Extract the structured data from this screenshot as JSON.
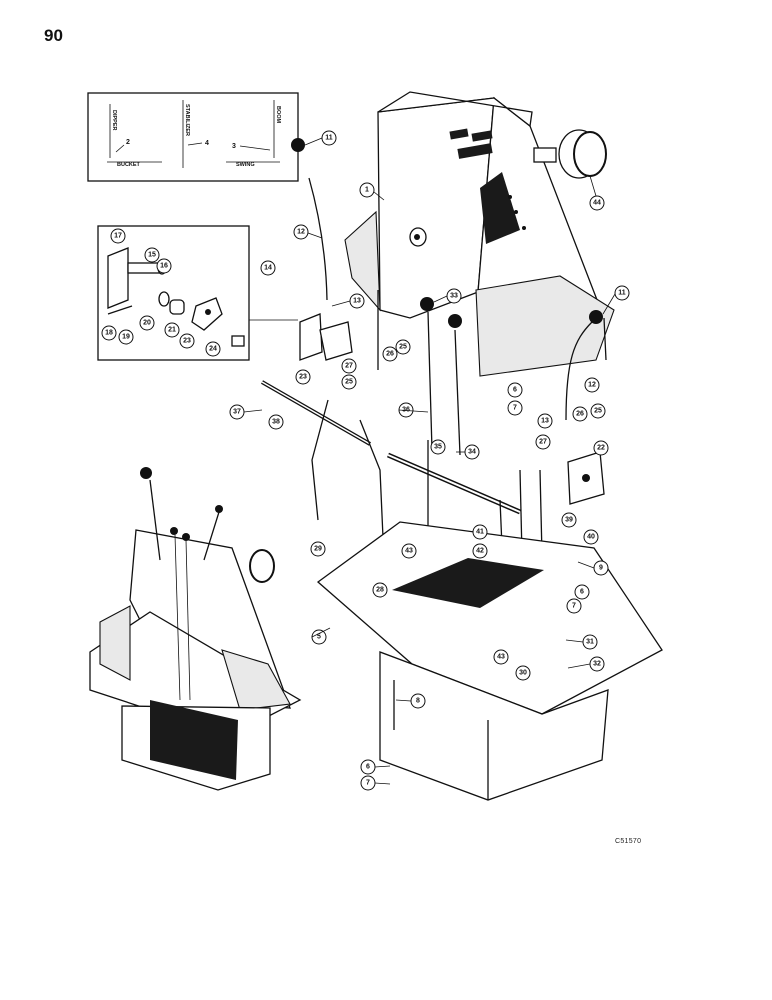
{
  "page": {
    "number": "90",
    "figure_code": "C51570"
  },
  "decal": {
    "left_vertical": "DIPPER",
    "middle_vertical": "STABILIZER",
    "right_vertical": "BOOM",
    "bottom_left": "BUCKET",
    "bottom_right": "SWING",
    "refs": [
      "2",
      "4",
      "3"
    ]
  },
  "callouts": [
    "11",
    "1",
    "44",
    "12",
    "14",
    "13",
    "17",
    "15",
    "16",
    "18",
    "19",
    "20",
    "21",
    "23",
    "24",
    "25",
    "26",
    "23",
    "27",
    "25",
    "33",
    "11",
    "6",
    "7",
    "12",
    "37",
    "38",
    "36",
    "35",
    "34",
    "13",
    "26",
    "25",
    "27",
    "22",
    "29",
    "28",
    "43",
    "41",
    "42",
    "39",
    "40",
    "9",
    "7",
    "6",
    "5",
    "43",
    "30",
    "31",
    "32",
    "8",
    "6",
    "7"
  ]
}
